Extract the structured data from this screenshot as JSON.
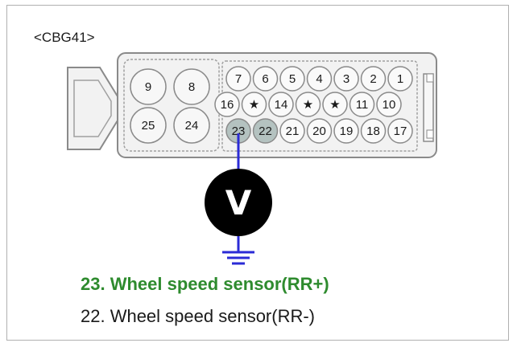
{
  "connector": {
    "label": "<CBG41>",
    "body_color": "#f2f2f2",
    "outline_color": "#8a8a8a",
    "highlight_color": "#b4c2c0",
    "large_pins": [
      "9",
      "8",
      "25",
      "24"
    ],
    "rows": [
      [
        "7",
        "6",
        "5",
        "4",
        "3",
        "2",
        "1"
      ],
      [
        "16",
        "★",
        "14",
        "★",
        "★",
        "11",
        "10"
      ],
      [
        "23",
        "22",
        "21",
        "20",
        "19",
        "18",
        "17"
      ]
    ],
    "highlighted_pins": [
      "23",
      "22"
    ]
  },
  "meter": {
    "symbol": "V",
    "wire_color": "#2b2bd6",
    "ground_icon": "ground-icon"
  },
  "captions": {
    "primary": "23. Wheel speed sensor(RR+)",
    "primary_color": "#2e8b2e",
    "secondary": "22. Wheel speed sensor(RR-)"
  }
}
